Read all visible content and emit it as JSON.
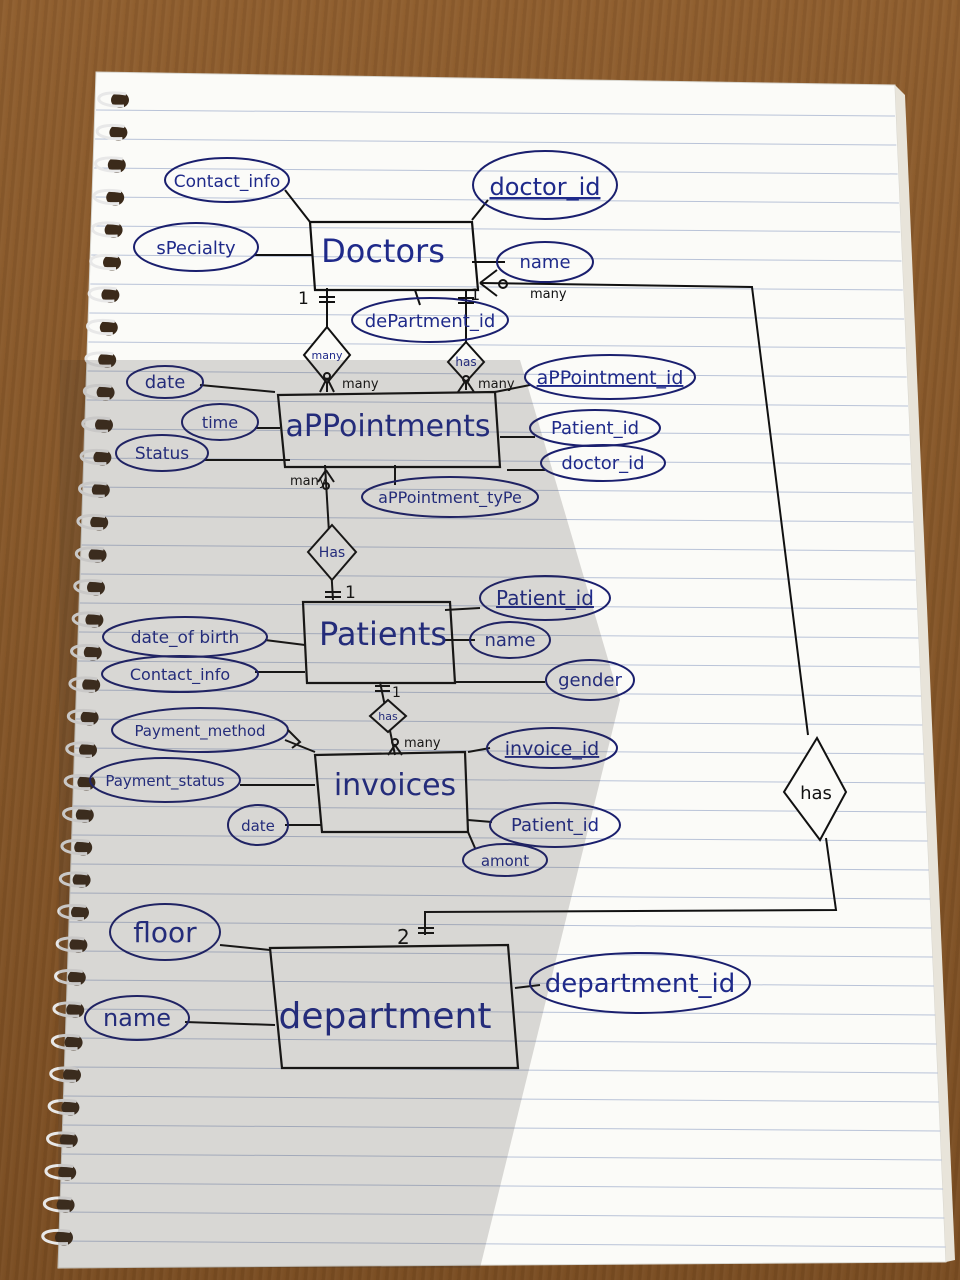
{
  "entities": {
    "doctors": "Doctors",
    "appointments": "aPPointments",
    "patients": "Patients",
    "invoices": "invoices",
    "department": "department"
  },
  "attributes": {
    "doctors": {
      "contact_info": "Contact_info",
      "doctor_id": "doctor_id",
      "speciality": "sPecialty",
      "name": "name",
      "department_id": "dePartment_id"
    },
    "appointments": {
      "date": "date",
      "time": "time",
      "status": "Status",
      "appointment_id": "aPPointment_id",
      "patient_id": "Patient_id",
      "doctor_id": "doctor_id",
      "appointment_type": "aPPointment_tyPe"
    },
    "patients": {
      "date_of_birth": "date_of birth",
      "contact_info": "Contact_info",
      "patient_id": "Patient_id",
      "name": "name",
      "gender": "gender"
    },
    "invoices": {
      "payment_method": "Payment_method",
      "payment_status": "Payment_status",
      "date": "date",
      "invoice_id": "invoice_id",
      "patient_id": "Patient_id",
      "amount": "amont"
    },
    "department": {
      "floor": "floor",
      "name": "name",
      "department_id": "department_id"
    }
  },
  "relationships": {
    "doctors_appointments": "many",
    "doctors_appointments_2": "has",
    "appointments_patients": "Has",
    "patients_invoices": "has",
    "doctors_department": "has"
  },
  "cardinalities": {
    "doc_one_left": "1",
    "doc_many": "many",
    "doc_one_right": "1",
    "appt_many_left": "many",
    "appt_many_right": "many",
    "appt_many_bottom": "many",
    "pat_one_top": "1",
    "pat_one_bottom": "1",
    "inv_many": "many",
    "dept_one": "2"
  },
  "colors": {
    "ink": "#1f2a8a",
    "line": "#111111",
    "paper": "#fbfbf8",
    "rule": "#b9c3d8"
  }
}
